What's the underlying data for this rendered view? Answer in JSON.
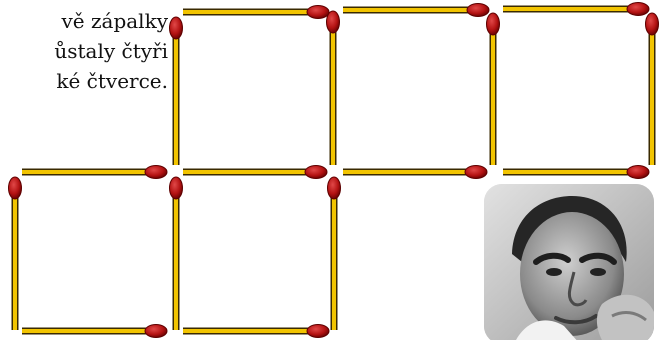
{
  "puzzle": {
    "lines": [
      "vě zápalky",
      "ůstaly čtyři",
      "ké čtverce."
    ]
  },
  "colors": {
    "match_stick": "#f2c400",
    "match_edge": "#3a2a00",
    "match_head": "#b31212",
    "match_head_dark": "#5e0000"
  },
  "icons": {
    "match": "match-stick-icon",
    "portrait": "portrait-photo"
  }
}
